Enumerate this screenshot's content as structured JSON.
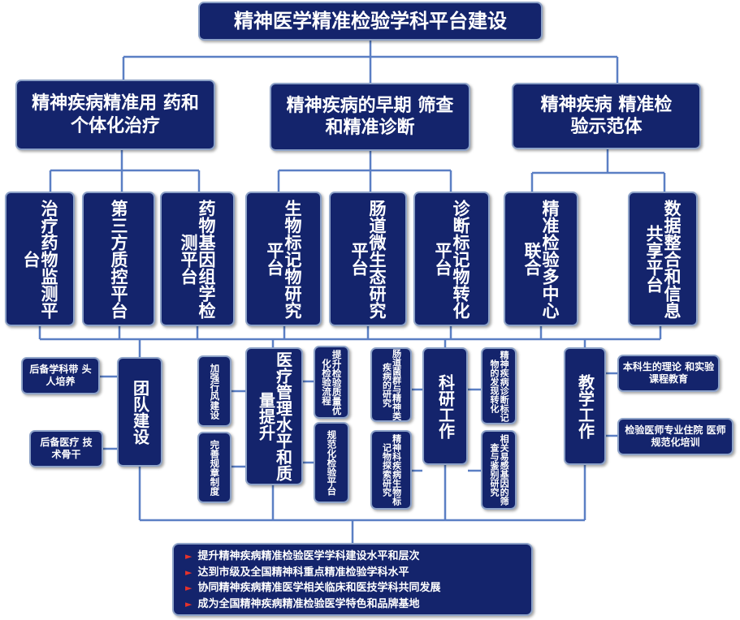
{
  "title": "精神医学精准检验学科平台建设",
  "level1": [
    {
      "text": "精神疾病精准用 药和个体化治疗"
    },
    {
      "text": "精神疾病的早期 筛查和精准诊断"
    },
    {
      "text": "精神疾病 精准检验示范体"
    }
  ],
  "platforms": [
    {
      "text": "治疗药物监测平台"
    },
    {
      "text": "第三方质控平台"
    },
    {
      "text": "药物基因组学检测平台"
    },
    {
      "text": "生物标记物研究平台"
    },
    {
      "text": "肠道微生态研究平台"
    },
    {
      "text": "诊断标记物转化平台"
    },
    {
      "text": "精准检验多中心联合"
    },
    {
      "text": "数据整合和信息共享平台"
    }
  ],
  "team": {
    "title": "团队建设",
    "items": [
      "后备学科带 头人培养",
      "后备医疗 技术骨干"
    ]
  },
  "quality": {
    "title": "医疗管理水平和质量提升",
    "items": [
      "加强行风建设",
      "完善规章制度",
      "提升检验质量优化检验流程",
      "规范化检验平台"
    ]
  },
  "research": {
    "title": "科研工作",
    "items": [
      "肠道菌群与精神类疾病的研究",
      "精神科疾病生物标记物探索研究",
      "精神疾病诊断标记物的发现转化",
      "相关易感基因的筛查与鉴别研究"
    ]
  },
  "teaching": {
    "title": "教学工作",
    "items": [
      "本科生的理论 和实验课程教育",
      "检验医师专业住院 医师规范化培训"
    ]
  },
  "goals": [
    "提升精神疾病精准检验医学学科建设水平和层次",
    "达到市级及全国精神科重点精准检验学科水平",
    "协同精神疾病精准医学相关临床和医技学科共同发展",
    "成为全国精神疾病精准检验医学特色和品牌基地"
  ],
  "colors": {
    "box": "#14246c",
    "border": "#8ea3c8",
    "line": "#5b7fc4",
    "bullet": "#e4322b"
  }
}
